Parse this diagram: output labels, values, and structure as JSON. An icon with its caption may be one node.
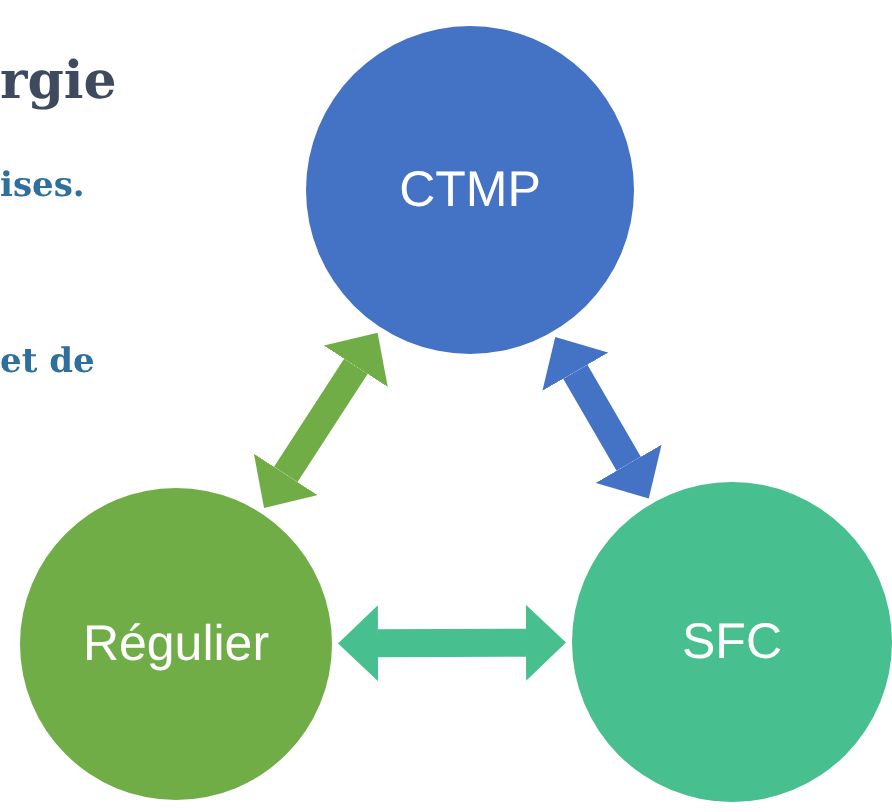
{
  "diagram": {
    "title": "rgie",
    "nodes": [
      {
        "text": [
          "CTMP"
        ]
      },
      {
        "text": [
          "Régulier"
        ]
      },
      {
        "text": [
          "SFC"
        ]
      }
    ],
    "edges": [
      {
        "from": 0,
        "to": 1,
        "arrow": "both",
        "color": "#70ad47"
      },
      {
        "from": 0,
        "to": 2,
        "arrow": "both",
        "color": "#4472c4"
      },
      {
        "from": 1,
        "to": 2,
        "arrow": "both",
        "color": "#47bf8e"
      }
    ],
    "labels": [
      "ises.",
      "et de"
    ]
  }
}
